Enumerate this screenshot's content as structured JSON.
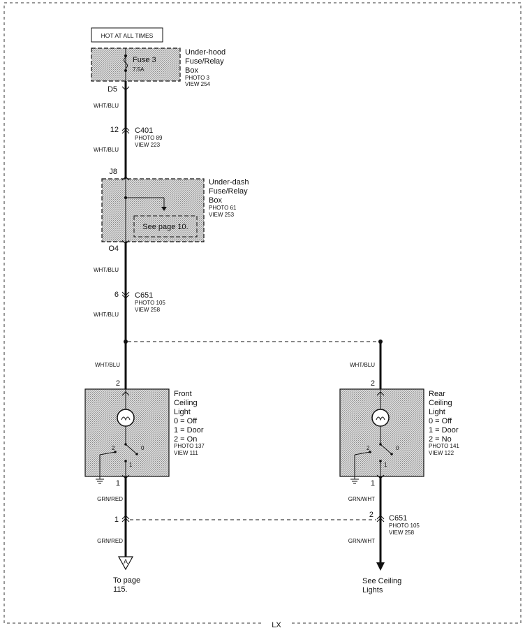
{
  "hot_label": "HOT AT ALL TIMES",
  "fuse3": {
    "name": "Fuse 3",
    "rating": "7.5A",
    "box_line1": "Under-hood",
    "box_line2": "Fuse/Relay",
    "box_line3": "Box",
    "photo": "PHOTO 3",
    "view": "VIEW 254",
    "pin": "D5"
  },
  "wire_colors": {
    "wht_blu": "WHT/BLU",
    "grn_red": "GRN/RED",
    "grn_wht": "GRN/WHT"
  },
  "c401": {
    "pin": "12",
    "name": "C401",
    "photo": "PHOTO 89",
    "view": "VIEW 223"
  },
  "underdash": {
    "pin_in": "J8",
    "line1": "Under-dash",
    "line2": "Fuse/Relay",
    "line3": "Box",
    "photo": "PHOTO 61",
    "view": "VIEW 253",
    "see_page": "See page 10.",
    "pin_out": "O4"
  },
  "c651_top": {
    "pin": "6",
    "name": "C651",
    "photo": "PHOTO 105",
    "view": "VIEW 258"
  },
  "front_light": {
    "pin_top": "2",
    "line1": "Front",
    "line2": "Ceiling",
    "line3": "Light",
    "pos0": "0 = Off",
    "pos1": "1 = Door",
    "pos2": "2 = On",
    "photo": "PHOTO 137",
    "view": "VIEW 111",
    "sw2": "2",
    "sw0": "0",
    "sw1": "1",
    "pin_bottom": "1"
  },
  "rear_light": {
    "pin_top": "2",
    "line1": "Rear",
    "line2": "Ceiling",
    "line3": "Light",
    "pos0": "0 = Off",
    "pos1": "1 = Door",
    "pos2": "2 = No",
    "photo": "PHOTO 141",
    "view": "VIEW 122",
    "sw2": "2",
    "sw0": "0",
    "sw1": "1",
    "pin_bottom": "1"
  },
  "c651_bottom": {
    "pin_left": "1",
    "pin_right": "2",
    "name": "C651",
    "photo": "PHOTO 105",
    "view": "VIEW 258"
  },
  "front_out": {
    "ref": "A",
    "line1": "To page",
    "line2": "115."
  },
  "rear_out": {
    "line1": "See Ceiling",
    "line2": "Lights"
  },
  "footer": "LX"
}
